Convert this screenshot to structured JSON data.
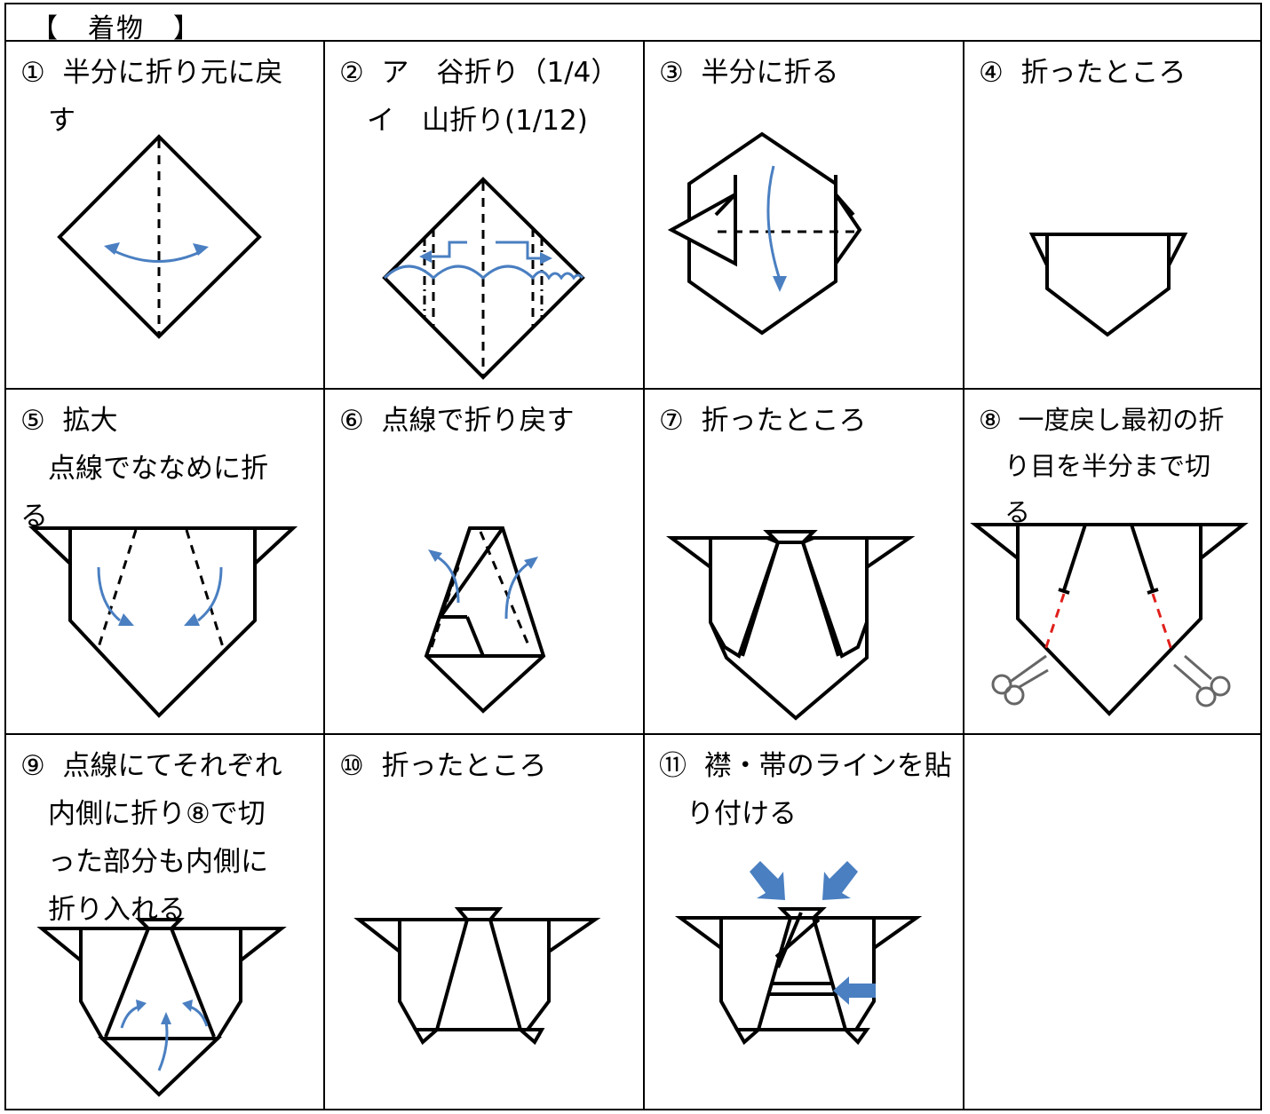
{
  "title": "【　着物　】",
  "steps": [
    {
      "label": "①  半分に折り元に戻\n　す"
    },
    {
      "label": "②  ア　谷折り（1/4）\n　イ　山折り(1/12)"
    },
    {
      "label": "③  半分に折る"
    },
    {
      "label": "④  折ったところ"
    },
    {
      "label": "⑤  拡大\n　点線でななめに折\nる"
    },
    {
      "label": "⑥  点線で折り戻す"
    },
    {
      "label": "⑦  折ったところ"
    },
    {
      "label": "⑧  一度戻し最初の折\n　り目を半分まで切\n　る"
    },
    {
      "label": "⑨  点線にてそれぞれ\n　内側に折り⑧で切\n　った部分も内側に\n　折り入れる"
    },
    {
      "label": "⑩  折ったところ"
    },
    {
      "label": "⑪  襟・帯のラインを貼\n　り付ける"
    },
    {
      "label": ""
    }
  ],
  "colors": {
    "arrow": "#4a7fc1",
    "cut_line": "#e0201c",
    "border": "#000000"
  },
  "icons": [
    "scissors-icon",
    "arrow-icon"
  ]
}
